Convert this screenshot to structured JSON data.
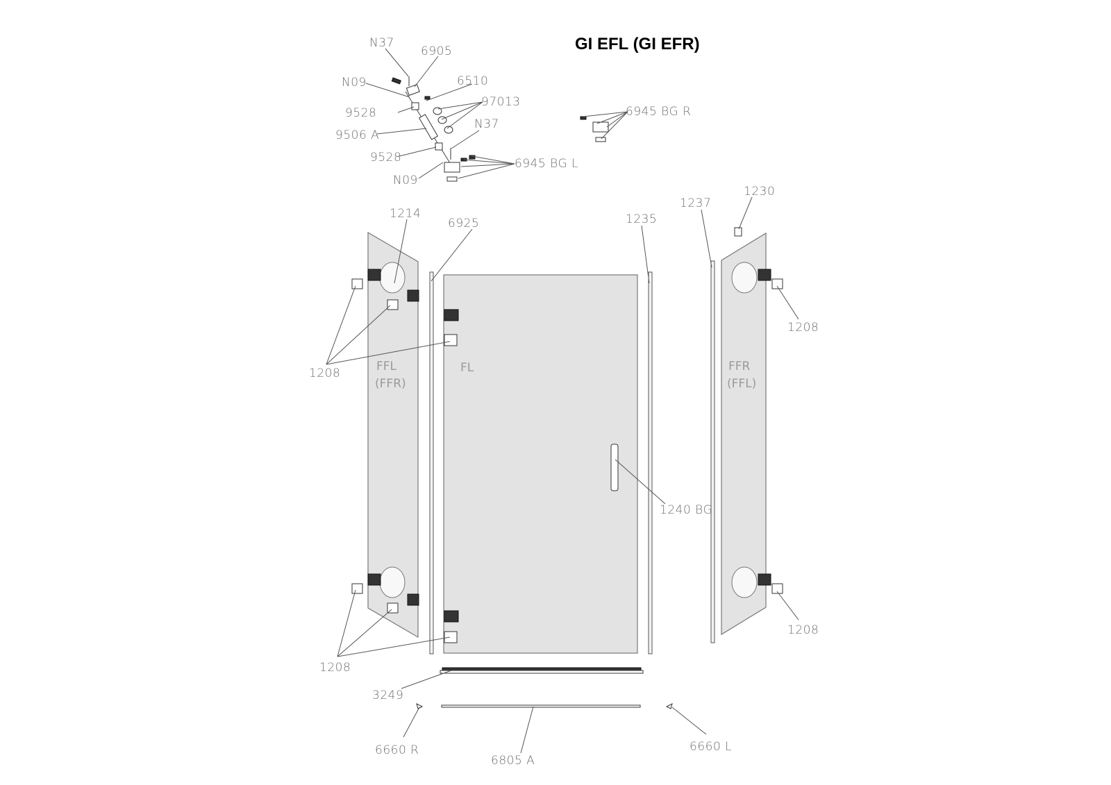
{
  "title": "GI EFL (GI EFR)",
  "panels": {
    "left": [
      "FFL",
      "(FFR)"
    ],
    "door": "FL",
    "right": [
      "FFR",
      "(FFL)"
    ]
  },
  "labels": {
    "n37_top": "N37",
    "p6905": "6905",
    "n09_top": "N09",
    "p6510": "6510",
    "p97013": "97013",
    "p9528_top": "9528",
    "p9506a": "9506 A",
    "n37_bottom": "N37",
    "p9528_bottom": "9528",
    "p6945bgl": "6945 BG L",
    "n09_bottom": "N09",
    "p6945bgr": "6945 BG R",
    "p1230": "1230",
    "p1237": "1237",
    "p1214": "1214",
    "p6925": "6925",
    "p1235": "1235",
    "p1208_left_top": "1208",
    "p1208_right_top": "1208",
    "p1240bg": "1240 BG",
    "p1208_left_bottom": "1208",
    "p1208_right_bottom": "1208",
    "p3249": "3249",
    "p6660r": "6660 R",
    "p6805a": "6805 A",
    "p6660l": "6660 L"
  }
}
